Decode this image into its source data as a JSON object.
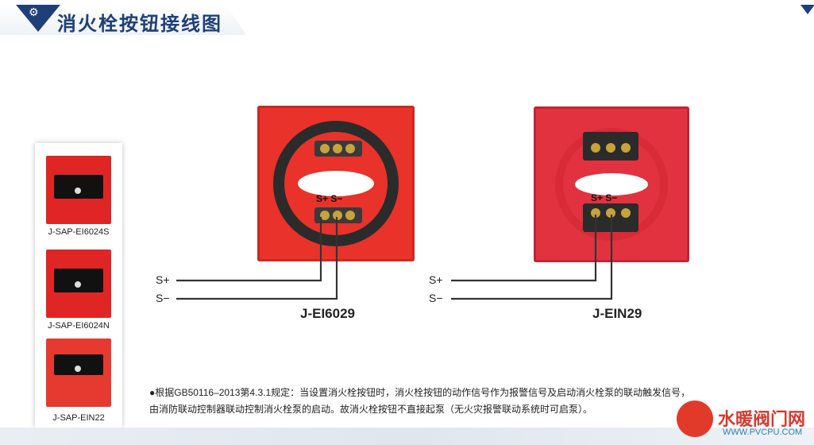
{
  "header": {
    "logo_glyph": "⚙",
    "title": "消火栓按钮接线图"
  },
  "products": [
    {
      "label": "J-SAP-EI6024S"
    },
    {
      "label": "J-SAP-EI6024N"
    },
    {
      "label": "J-SAP-EIN22"
    }
  ],
  "devices": [
    {
      "model": "J-EI6029",
      "plate_color": "#e8322a",
      "terminal_label": "S+ S−",
      "wire_labels": [
        "S+",
        "S−"
      ]
    },
    {
      "model": "J-EIN29",
      "plate_color": "#e3323f",
      "terminal_label": "S+ S−",
      "wire_labels": [
        "S+",
        "S−"
      ]
    }
  ],
  "note": {
    "line1": "●根据GB50116–2013第4.3.1规定：当设置消火栓按钮时，消火栓按钮的动作信号作为报警信号及启动消火栓泵的联动触发信号，",
    "line2": "由消防联动控制器联动控制消火栓泵的启动。故消火栓按钮不直接起泵（无火灾报警联动系统时可启泵）。"
  },
  "watermark": {
    "text": "水暖阀门网",
    "url": "WWW.PVCPU.COM"
  }
}
